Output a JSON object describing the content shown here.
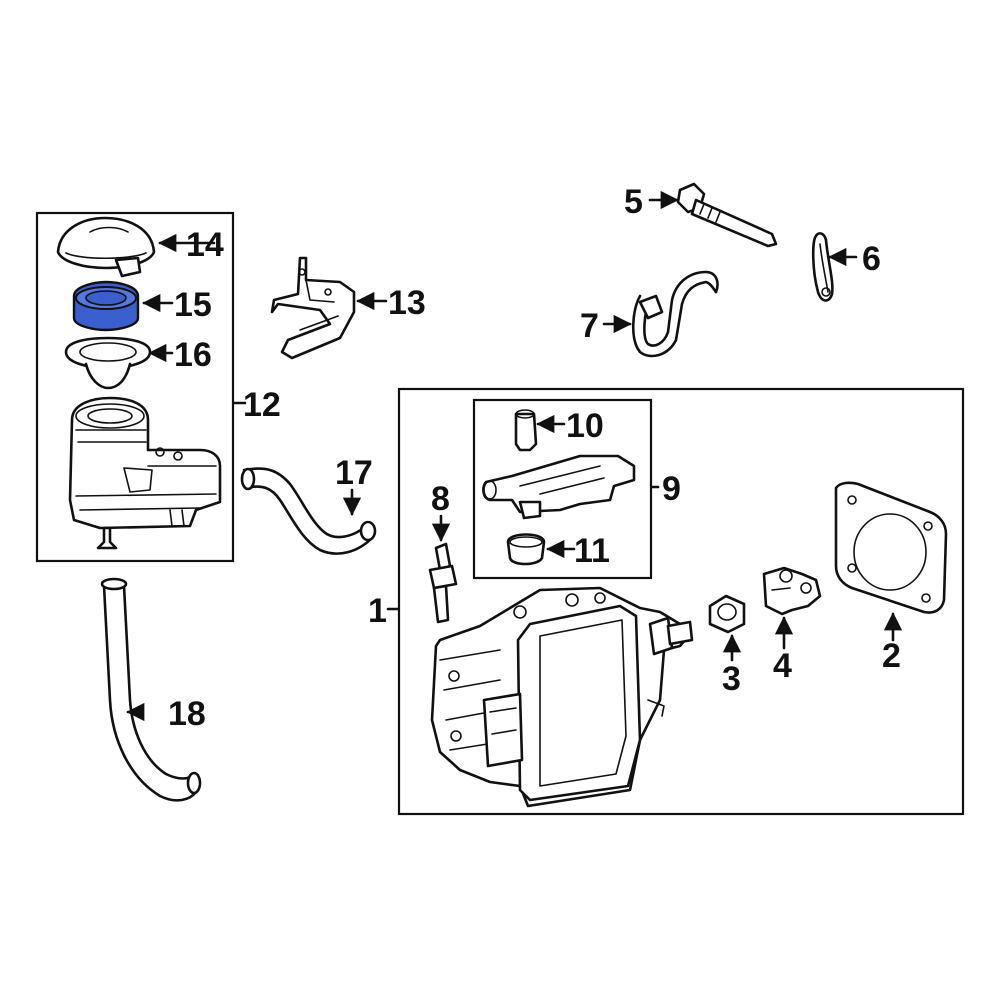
{
  "callouts": {
    "c1": "1",
    "c2": "2",
    "c3": "3",
    "c4": "4",
    "c5": "5",
    "c6": "6",
    "c7": "7",
    "c8": "8",
    "c9": "9",
    "c10": "10",
    "c11": "11",
    "c12": "12",
    "c13": "13",
    "c14": "14",
    "c15": "15",
    "c16": "16",
    "c17": "17",
    "c18": "18"
  },
  "highlight": {
    "part": "15",
    "color": "#3a5fcd"
  }
}
